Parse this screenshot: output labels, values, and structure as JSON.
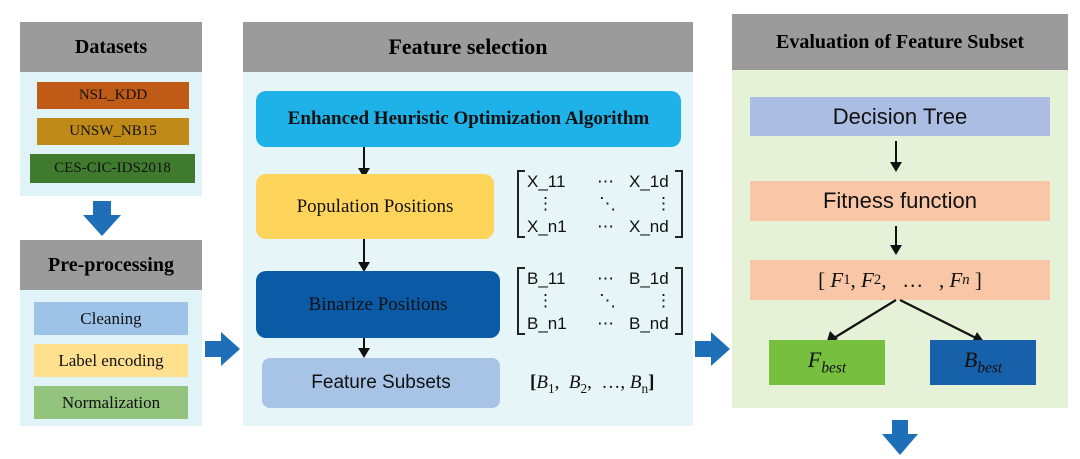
{
  "colors": {
    "header_gray": "#9b9b9b",
    "panel_bg": "#e6f5f7",
    "left_bg": "#e0f3f6",
    "eval_bg": "#e6f2d8",
    "arrow_blue": "#1f6fb8",
    "nsl_kdd": "#c05a17",
    "unsw": "#c08a18",
    "cic": "#3f7a2e",
    "cleaning": "#9ec3e8",
    "label_enc": "#ffe08f",
    "normalization": "#93c47d",
    "heuristic": "#1eb2e9",
    "population": "#ffd45b",
    "binarize": "#0a5aa6",
    "subsets": "#a7c4e6",
    "decision_tree": "#abbde3",
    "fitness": "#f9c7a7",
    "f_best": "#77bf3f",
    "b_best": "#1760aa"
  },
  "datasets": {
    "title": "Datasets",
    "items": [
      "NSL_KDD",
      "UNSW_NB15",
      "CES-CIC-IDS2018"
    ]
  },
  "preprocessing": {
    "title": "Pre-processing",
    "items": [
      "Cleaning",
      "Label encoding",
      "Normalization"
    ]
  },
  "feature_selection": {
    "title": "Feature selection",
    "algorithm": "Enhanced Heuristic Optimization Algorithm",
    "population": "Population Positions",
    "binarize": "Binarize Positions",
    "subsets": "Feature Subsets",
    "matrix_x": {
      "tl": "X_11",
      "tr": "X_1d",
      "bl": "X_n1",
      "br": "X_nd",
      "hdots": "⋯",
      "vdots": "⋮",
      "ddots": "⋱"
    },
    "matrix_b": {
      "tl": "B_11",
      "tr": "B_1d",
      "bl": "B_n1",
      "br": "B_nd",
      "hdots": "⋯",
      "vdots": "⋮",
      "ddots": "⋱"
    },
    "subset_vector": {
      "open": "[",
      "b1": "B",
      "s1": "1",
      "b2": "B",
      "s2": "2",
      "dots": "…,",
      "bn": "B",
      "sn": "n",
      "close": "]"
    }
  },
  "evaluation": {
    "title": "Evaluation of Feature Subset",
    "decision_tree": "Decision Tree",
    "fitness_function": "Fitness function",
    "fitness_vector": {
      "open": "[",
      "f": "F",
      "s1": "1",
      "s2": "2",
      "dots": "…",
      "sn": "n",
      "close": "]"
    },
    "f_best": {
      "base": "F",
      "sub": "best"
    },
    "b_best": {
      "base": "B",
      "sub": "best"
    }
  }
}
